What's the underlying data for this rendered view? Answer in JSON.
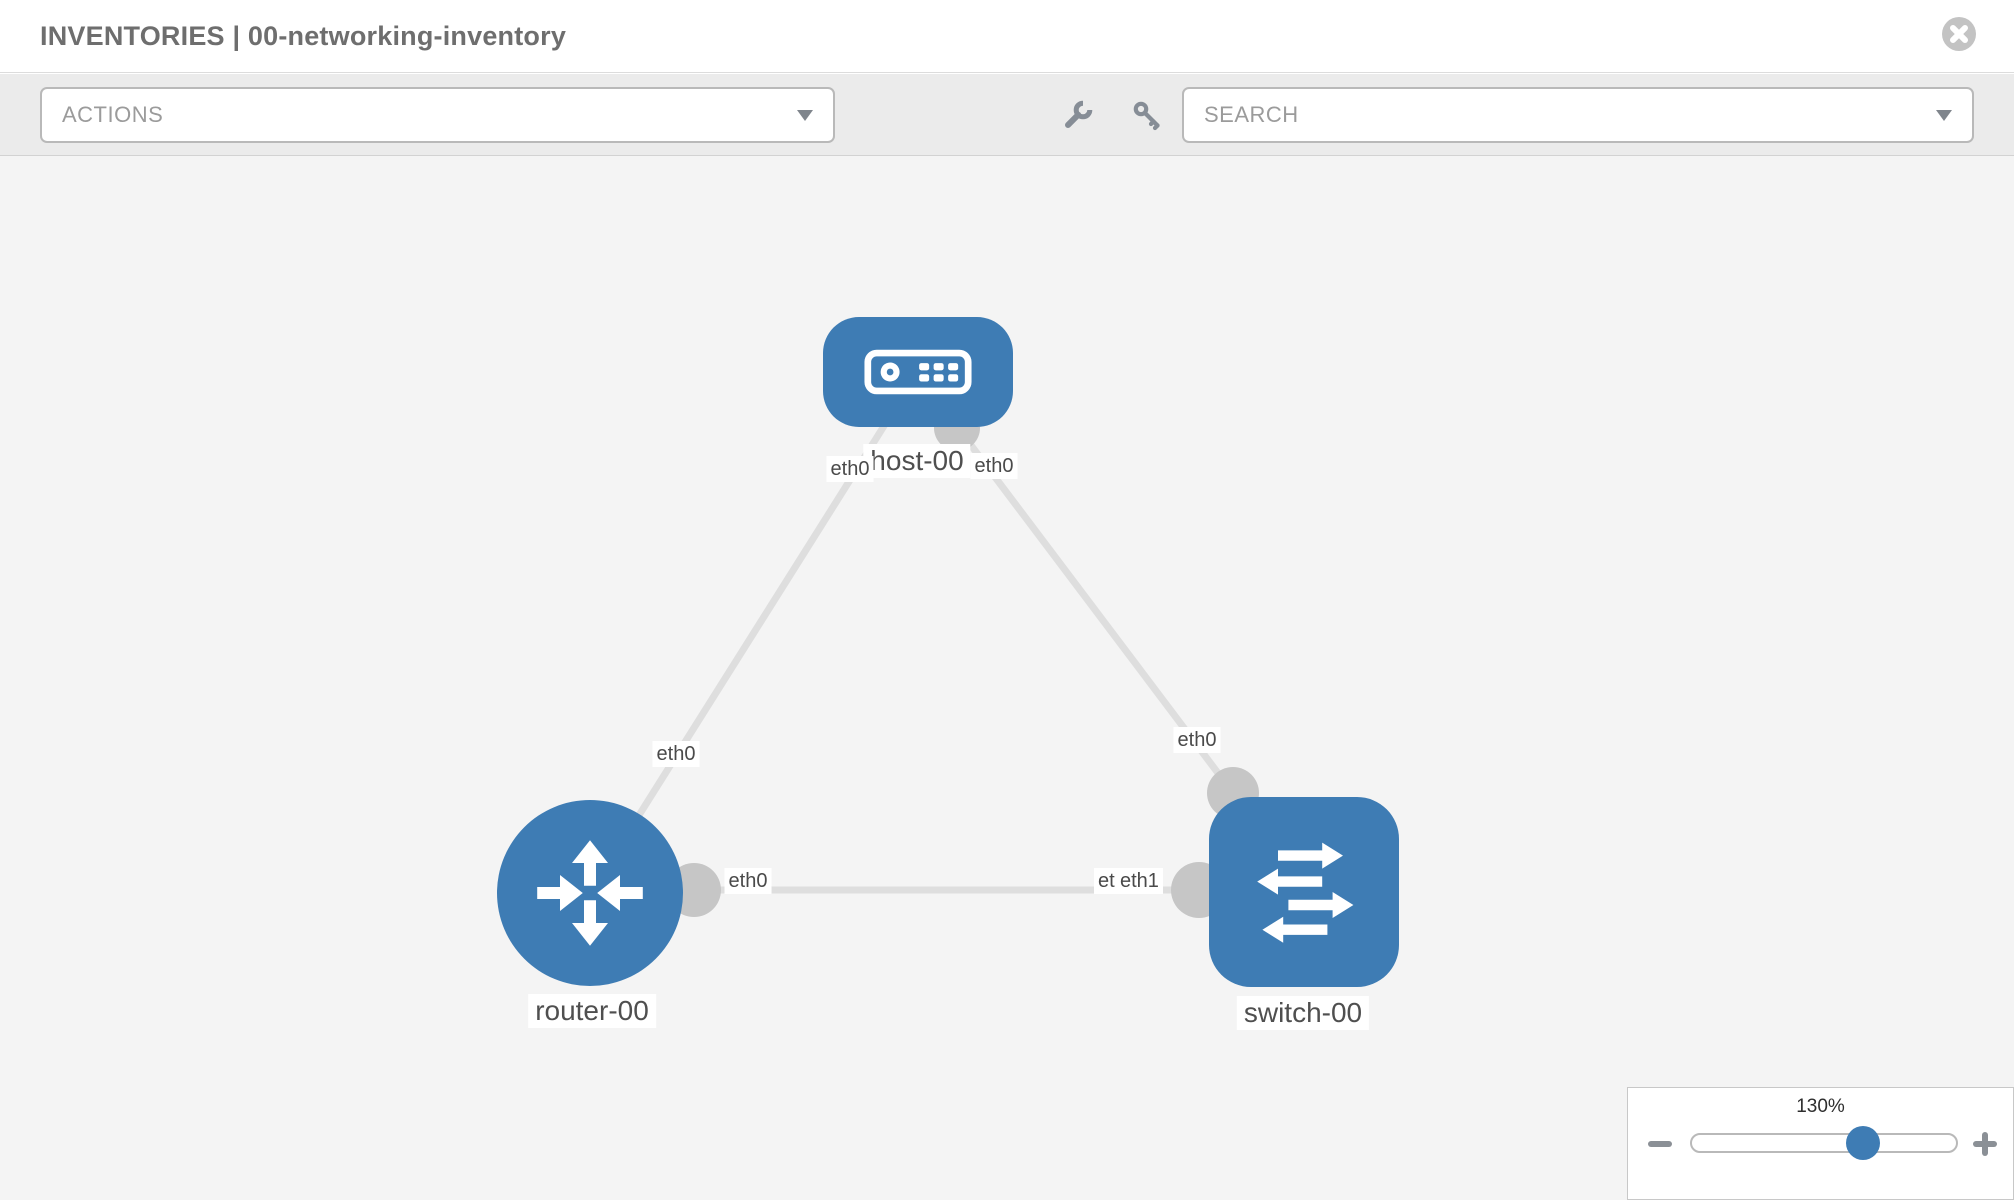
{
  "header": {
    "title": "INVENTORIES | 00-networking-inventory"
  },
  "toolbar": {
    "actions_label": "ACTIONS",
    "search_label": "SEARCH",
    "icons": [
      "wrench-icon",
      "key-icon"
    ]
  },
  "topology": {
    "nodes": [
      {
        "label": "host-00",
        "type": "host"
      },
      {
        "label": "router-00",
        "type": "router"
      },
      {
        "label": "switch-00",
        "type": "switch"
      }
    ],
    "links": [
      {
        "from": "host-00",
        "to": "router-00"
      },
      {
        "from": "host-00",
        "to": "switch-00"
      },
      {
        "from": "router-00",
        "to": "switch-00"
      }
    ],
    "interface_labels": [
      {
        "text": "eth0",
        "position": "host-left"
      },
      {
        "text": "eth0",
        "position": "host-right"
      },
      {
        "text": "eth0",
        "position": "router-link-to-host"
      },
      {
        "text": "eth0",
        "position": "router-link-to-switch"
      },
      {
        "text": "eth0",
        "position": "switch-link-to-host"
      },
      {
        "text": "eth0",
        "position": "switch-left-under"
      },
      {
        "text": "eth1",
        "position": "switch-left-over"
      }
    ]
  },
  "zoom_control": {
    "level": "130%"
  },
  "colors": {
    "node_blue": "#3e7cb4",
    "link_gray": "#dedede",
    "port_gray": "#c6c6c6"
  }
}
